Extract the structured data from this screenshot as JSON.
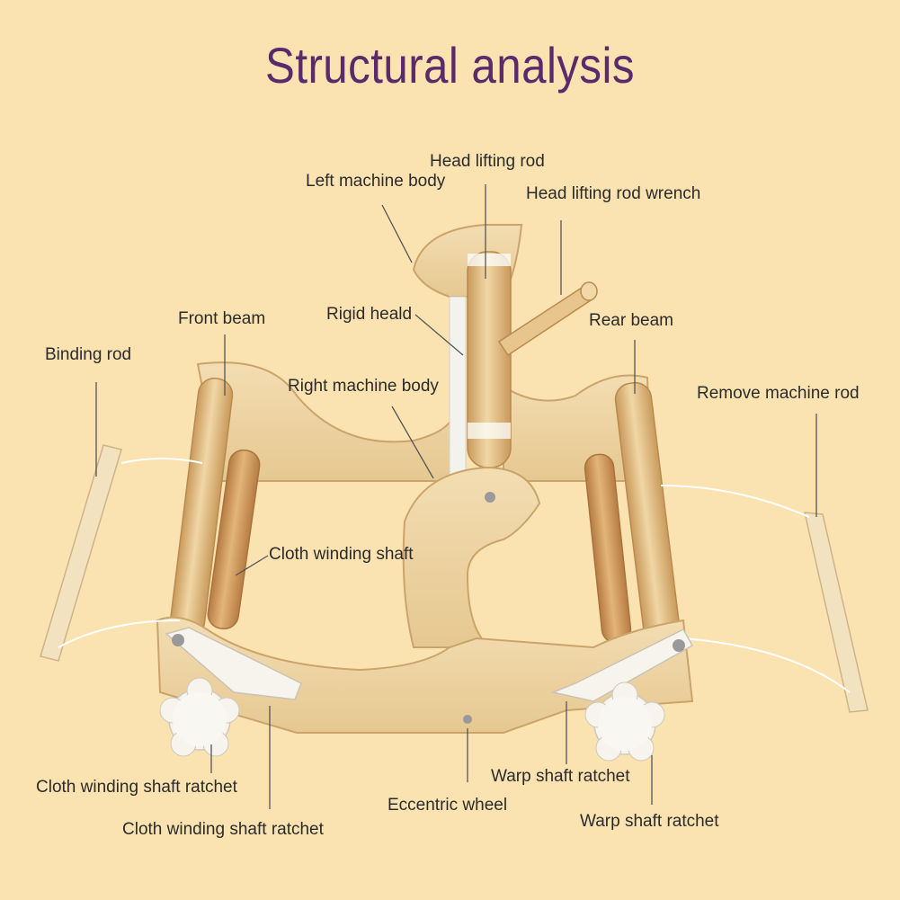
{
  "title": "Structural analysis",
  "colors": {
    "background": "#fbe3b1",
    "title": "#5a2a6a",
    "wood_light": "#efd6a4",
    "wood_mid": "#e3bd80",
    "wood_dark": "#c99a5c",
    "plastic": "#f7f4ee"
  },
  "labels": {
    "head_lifting_rod": "Head lifting rod",
    "left_machine_body": "Left machine body",
    "head_lifting_rod_wrench": "Head lifting rod wrench",
    "front_beam": "Front beam",
    "rigid_heald": "Rigid heald",
    "rear_beam": "Rear beam",
    "binding_rod": "Binding rod",
    "right_machine_body": "Right machine body",
    "remove_machine_rod": "Remove machine rod",
    "cloth_winding_shaft": "Cloth winding shaft",
    "cloth_winding_shaft_ratchet_1": "Cloth winding shaft ratchet",
    "cloth_winding_shaft_ratchet_2": "Cloth winding shaft ratchet",
    "eccentric_wheel": "Eccentric wheel",
    "warp_shaft_ratchet_1": "Warp shaft ratchet",
    "warp_shaft_ratchet_2": "Warp shaft ratchet"
  }
}
